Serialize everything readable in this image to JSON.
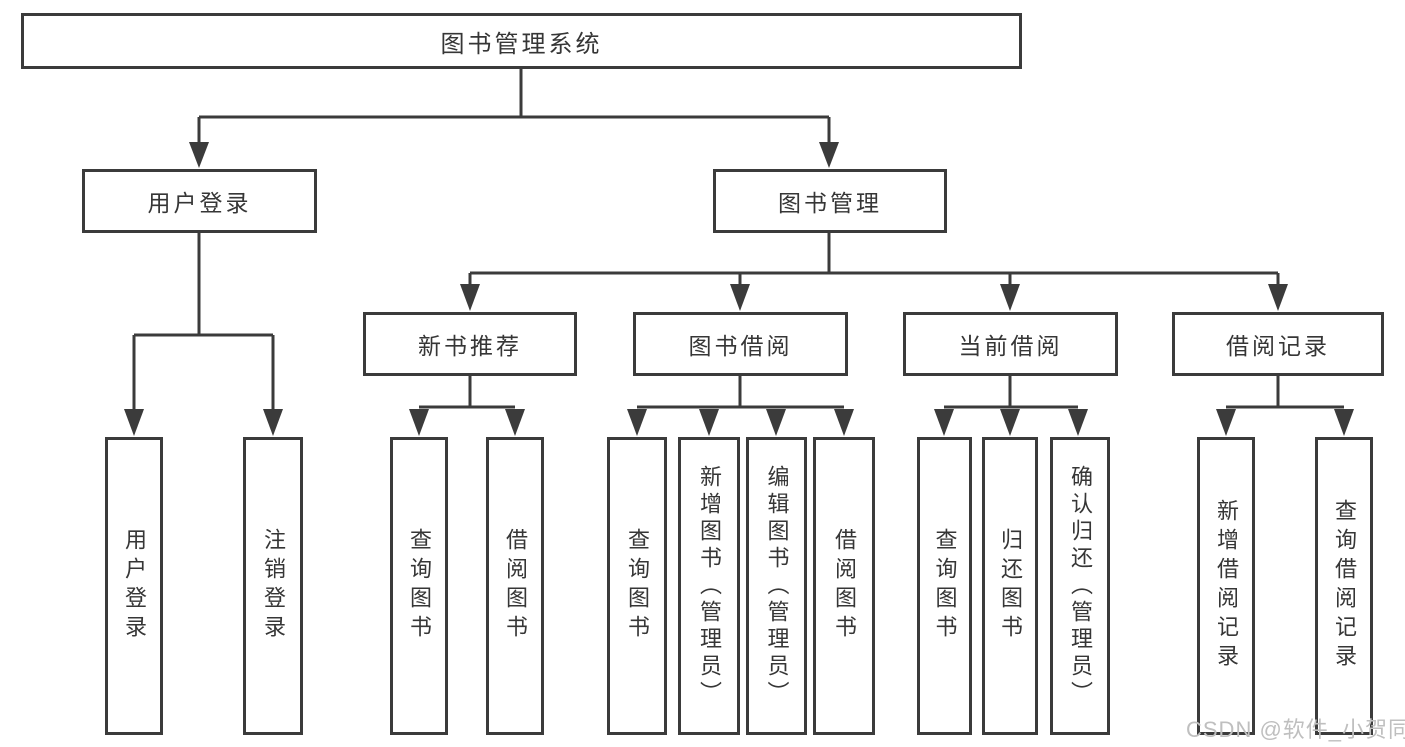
{
  "diagram": {
    "root": {
      "label": "图书管理系统"
    },
    "children": [
      {
        "label": "用户登录",
        "children": [
          {
            "label": "用户登录"
          },
          {
            "label": "注销登录"
          }
        ]
      },
      {
        "label": "图书管理",
        "children": [
          {
            "label": "新书推荐",
            "children": [
              {
                "label": "查询图书"
              },
              {
                "label": "借阅图书"
              }
            ]
          },
          {
            "label": "图书借阅",
            "children": [
              {
                "label": "查询图书"
              },
              {
                "label": "新增图书（管理员）"
              },
              {
                "label": "编辑图书（管理员）"
              },
              {
                "label": "借阅图书"
              }
            ]
          },
          {
            "label": "当前借阅",
            "children": [
              {
                "label": "查询图书"
              },
              {
                "label": "归还图书"
              },
              {
                "label": "确认归还（管理员）"
              }
            ]
          },
          {
            "label": "借阅记录",
            "children": [
              {
                "label": "新增借阅记录"
              },
              {
                "label": "查询借阅记录"
              }
            ]
          }
        ]
      }
    ]
  },
  "watermark": {
    "text": "CSDN @软件_小贺同学"
  },
  "colors": {
    "line": "#3b3b3b",
    "text": "#363636",
    "background": "#ffffff",
    "watermark": "#bfbfbf"
  }
}
